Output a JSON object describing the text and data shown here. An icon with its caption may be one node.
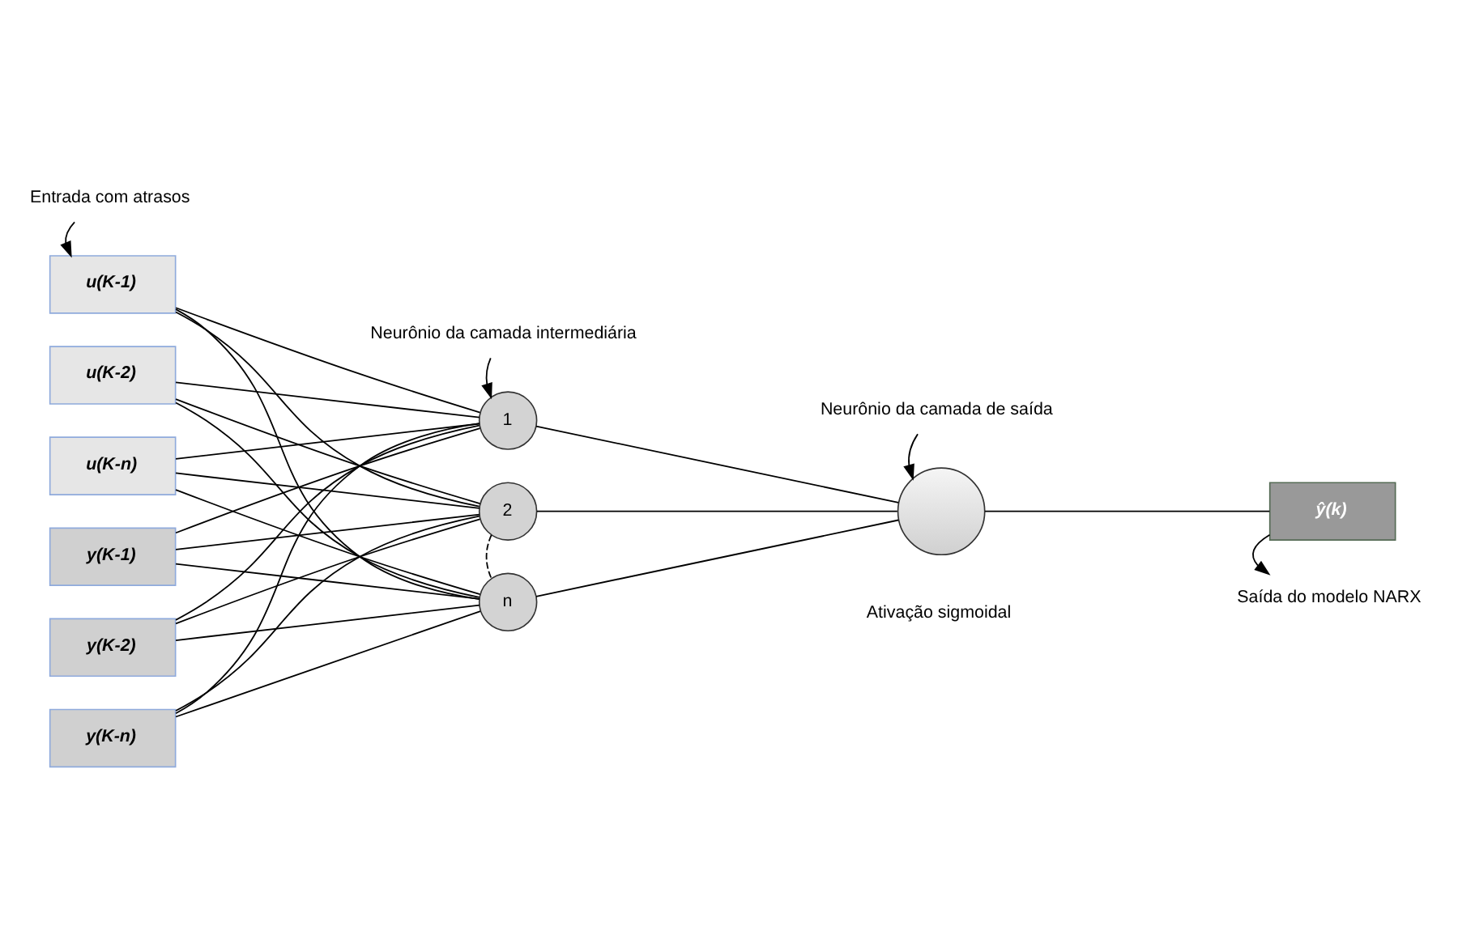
{
  "diagram": {
    "nodes": [
      {
        "text": [
          "Entrada com atrasos"
        ]
      },
      {
        "text": [
          "u(K-1)"
        ]
      },
      {
        "text": [
          "u(K-2)"
        ]
      },
      {
        "text": [
          "u(K-n)"
        ]
      },
      {
        "text": [
          "y(K-1)"
        ]
      },
      {
        "text": [
          "y(K-2)"
        ]
      },
      {
        "text": [
          "y(K-n)"
        ]
      },
      {
        "text": [
          "Neurônio da camada intermediária"
        ]
      },
      {
        "text": [
          "1"
        ]
      },
      {
        "text": [
          "2"
        ]
      },
      {
        "text": [
          "n"
        ]
      },
      {
        "text": [
          "Neurônio da camada de saída"
        ]
      },
      {
        "text": [],
        "shape": "circle",
        "beside": [
          "Ativação sigmoidal"
        ]
      },
      {
        "text": [
          "ŷ(k)"
        ]
      },
      {
        "text": [
          "Saída do modelo NARX"
        ]
      }
    ],
    "edges": [
      {
        "from": 0,
        "to": 1,
        "arrow": "to"
      },
      {
        "from": 7,
        "to": 8,
        "arrow": "to"
      },
      {
        "from": 1,
        "to": 8,
        "arrow": "none"
      },
      {
        "from": 1,
        "to": 9,
        "arrow": "none"
      },
      {
        "from": 1,
        "to": 10,
        "arrow": "none"
      },
      {
        "from": 2,
        "to": 8,
        "arrow": "none"
      },
      {
        "from": 2,
        "to": 9,
        "arrow": "none"
      },
      {
        "from": 2,
        "to": 10,
        "arrow": "none"
      },
      {
        "from": 3,
        "to": 8,
        "arrow": "none"
      },
      {
        "from": 3,
        "to": 9,
        "arrow": "none"
      },
      {
        "from": 3,
        "to": 10,
        "arrow": "none"
      },
      {
        "from": 4,
        "to": 8,
        "arrow": "none"
      },
      {
        "from": 4,
        "to": 9,
        "arrow": "none"
      },
      {
        "from": 4,
        "to": 10,
        "arrow": "none"
      },
      {
        "from": 5,
        "to": 8,
        "arrow": "none"
      },
      {
        "from": 5,
        "to": 9,
        "arrow": "none"
      },
      {
        "from": 5,
        "to": 10,
        "arrow": "none"
      },
      {
        "from": 6,
        "to": 8,
        "arrow": "none"
      },
      {
        "from": 6,
        "to": 9,
        "arrow": "none"
      },
      {
        "from": 6,
        "to": 10,
        "arrow": "none"
      },
      {
        "from": 9,
        "to": 10,
        "arrow": "none",
        "style": "dashed"
      },
      {
        "from": 8,
        "to": 12,
        "arrow": "none"
      },
      {
        "from": 9,
        "to": 12,
        "arrow": "none"
      },
      {
        "from": 10,
        "to": 12,
        "arrow": "none"
      },
      {
        "from": 11,
        "to": 12,
        "arrow": "to"
      },
      {
        "from": 12,
        "to": 13,
        "arrow": "none"
      },
      {
        "from": 13,
        "to": 14,
        "arrow": "to"
      }
    ]
  }
}
